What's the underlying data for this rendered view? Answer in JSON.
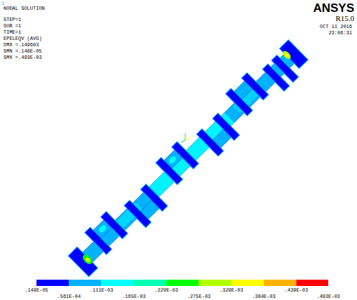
{
  "diagram": {
    "labels": [
      "1",
      "NODAL SOLUTION",
      "STEP=1",
      "SUB =1",
      "TIME=1",
      "EPELEQV (AVG)",
      "DMX =.149603",
      "SMN =.148E-05",
      "SMX =.493E-03",
      "ANSYS",
      "R15.0",
      "OCT 11 2016",
      "23:06:31",
      ".148E-05",
      ".561E-04",
      ".111E-03",
      ".165E-03",
      ".220E-03",
      ".275E-03",
      ".329E-03",
      ".384E-03",
      ".439E-03",
      ".493E-03"
    ]
  }
}
